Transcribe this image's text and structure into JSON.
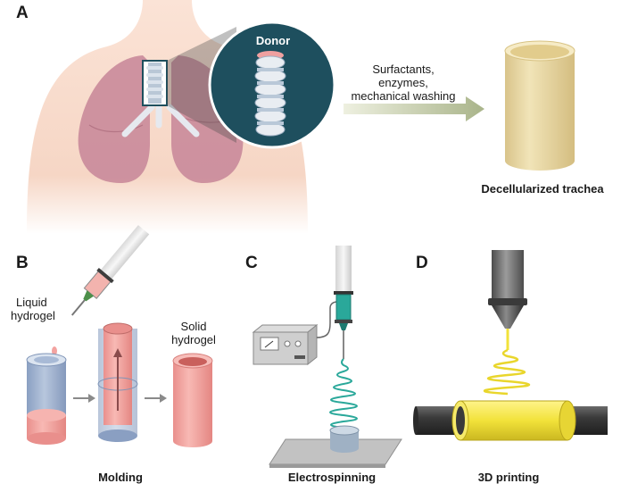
{
  "panel_a": {
    "letter": "A",
    "donor_label": "Donor",
    "process_line1": "Surfactants,",
    "process_line2": "enzymes,",
    "process_line3": "mechanical washing",
    "result_label": "Decellularized trachea"
  },
  "panel_b": {
    "letter": "B",
    "liquid_line1": "Liquid",
    "liquid_line2": "hydrogel",
    "solid_line1": "Solid",
    "solid_line2": "hydrogel",
    "caption": "Molding"
  },
  "panel_c": {
    "letter": "C",
    "caption": "Electrospinning"
  },
  "panel_d": {
    "letter": "D",
    "caption": "3D printing"
  },
  "colors": {
    "skin": "#f5d6c4",
    "lung": "#c98a9a",
    "donor_circle": "#1e4f5e",
    "scaffold": "#ecdca8",
    "hydrogel_pink": "#f3a3a0",
    "mold_blue": "#9fb3cf",
    "fiber_teal": "#2aa89a",
    "print_yellow": "#f2e23a",
    "rod_gray": "#3c3c3c"
  }
}
